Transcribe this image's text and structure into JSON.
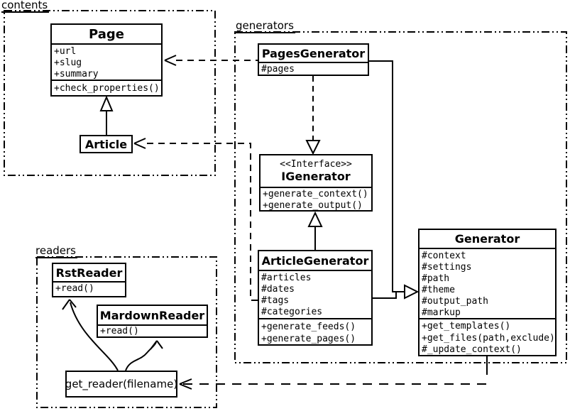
{
  "packages": {
    "contents": {
      "label": "contents"
    },
    "generators": {
      "label": "generators"
    },
    "readers": {
      "label": "readers"
    }
  },
  "classes": {
    "page": {
      "name": "Page",
      "attrs": [
        "+url",
        "+slug",
        "+summary"
      ],
      "methods": [
        "+check_properties()"
      ]
    },
    "article": {
      "name": "Article"
    },
    "pages_generator": {
      "name": "PagesGenerator",
      "attrs": [
        "#pages"
      ]
    },
    "igenerator": {
      "stereotype": "<<Interface>>",
      "name": "IGenerator",
      "methods": [
        "+generate_context()",
        "+generate_output()"
      ]
    },
    "article_generator": {
      "name": "ArticleGenerator",
      "attrs": [
        "#articles",
        "#dates",
        "#tags",
        "#categories"
      ],
      "methods": [
        "+generate_feeds()",
        "+generate_pages()"
      ]
    },
    "generator": {
      "name": "Generator",
      "attrs": [
        "#context",
        "#settings",
        "#path",
        "#theme",
        "#output_path",
        "#markup"
      ],
      "methods": [
        "+get_templates()",
        "+get_files(path,exclude)",
        "#_update_context()"
      ]
    },
    "rst_reader": {
      "name": "RstReader",
      "methods": [
        "+read()"
      ]
    },
    "markdown_reader": {
      "name": "MardownReader",
      "methods": [
        "+read()"
      ]
    },
    "get_reader": {
      "label": "get_reader(filename)"
    }
  },
  "colors": {
    "stroke": "#000000",
    "background": "#ffffff"
  }
}
